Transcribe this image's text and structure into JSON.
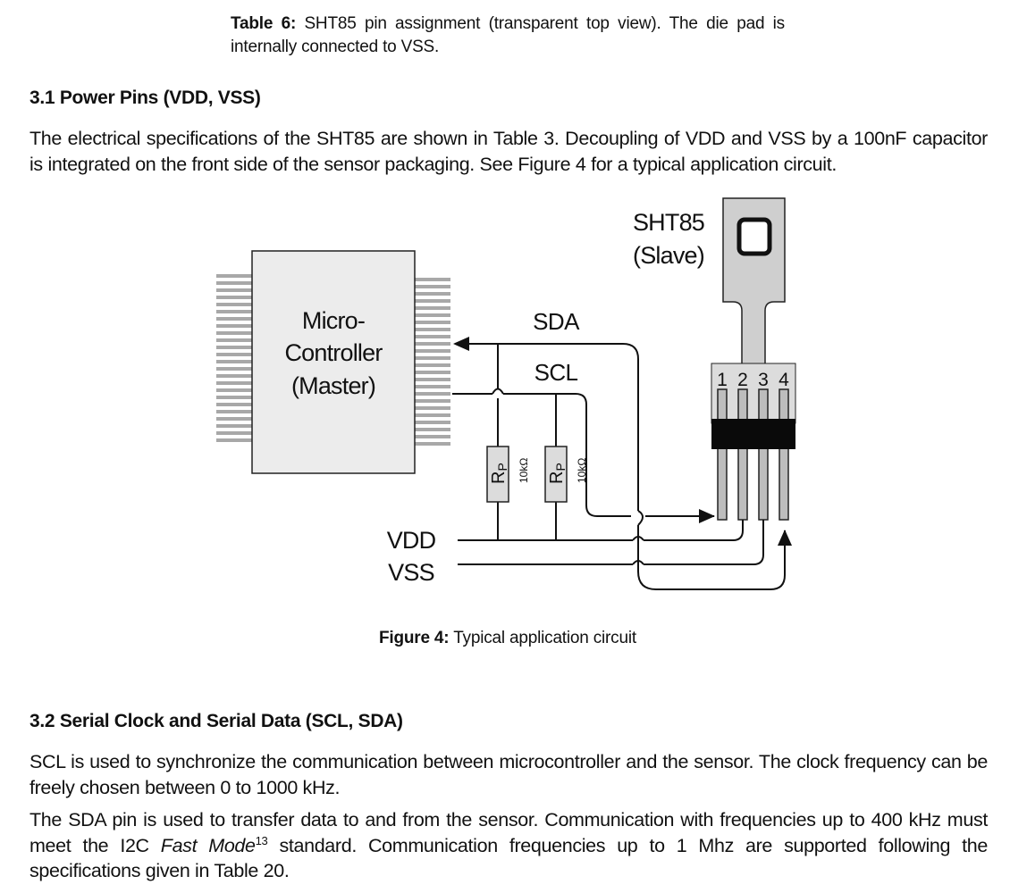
{
  "table_caption": {
    "label": "Table 6:",
    "text": "SHT85 pin assignment (transparent top view). The die pad is internally connected to VSS."
  },
  "section_3_1": {
    "heading": "3.1 Power Pins (VDD, VSS)",
    "paragraph": "The electrical specifications of the SHT85 are shown in Table 3. Decoupling of VDD and VSS by a 100nF capacitor is integrated on the front side of the sensor packaging. See Figure 4 for a typical application circuit."
  },
  "figure": {
    "mcu_label_1": "Micro-",
    "mcu_label_2": "Controller",
    "mcu_label_3": "(Master)",
    "sensor_label_1": "SHT85",
    "sensor_label_2": "(Slave)",
    "sda": "SDA",
    "scl": "SCL",
    "vdd": "VDD",
    "vss": "VSS",
    "resistor_1_label": "RP",
    "resistor_1_value": "10kΩ",
    "resistor_2_label": "RP",
    "resistor_2_value": "10kΩ",
    "pins": [
      "1",
      "2",
      "3",
      "4"
    ],
    "caption_label": "Figure 4:",
    "caption_text": "Typical application circuit"
  },
  "section_3_2": {
    "heading": "3.2 Serial Clock and Serial Data (SCL, SDA)",
    "paragraph_1": "SCL is used to synchronize the communication between microcontroller and the sensor. The clock frequency can be freely chosen between 0 to 1000 kHz.",
    "paragraph_2_a": "The SDA pin is used to transfer data to and from the sensor. Communication with frequencies up to 400 kHz must meet the I2C ",
    "paragraph_2_italic": "Fast Mode",
    "paragraph_2_sup": "13",
    "paragraph_2_b": " standard. Communication frequencies up to 1 Mhz are supported following the specifications given in Table 20."
  }
}
